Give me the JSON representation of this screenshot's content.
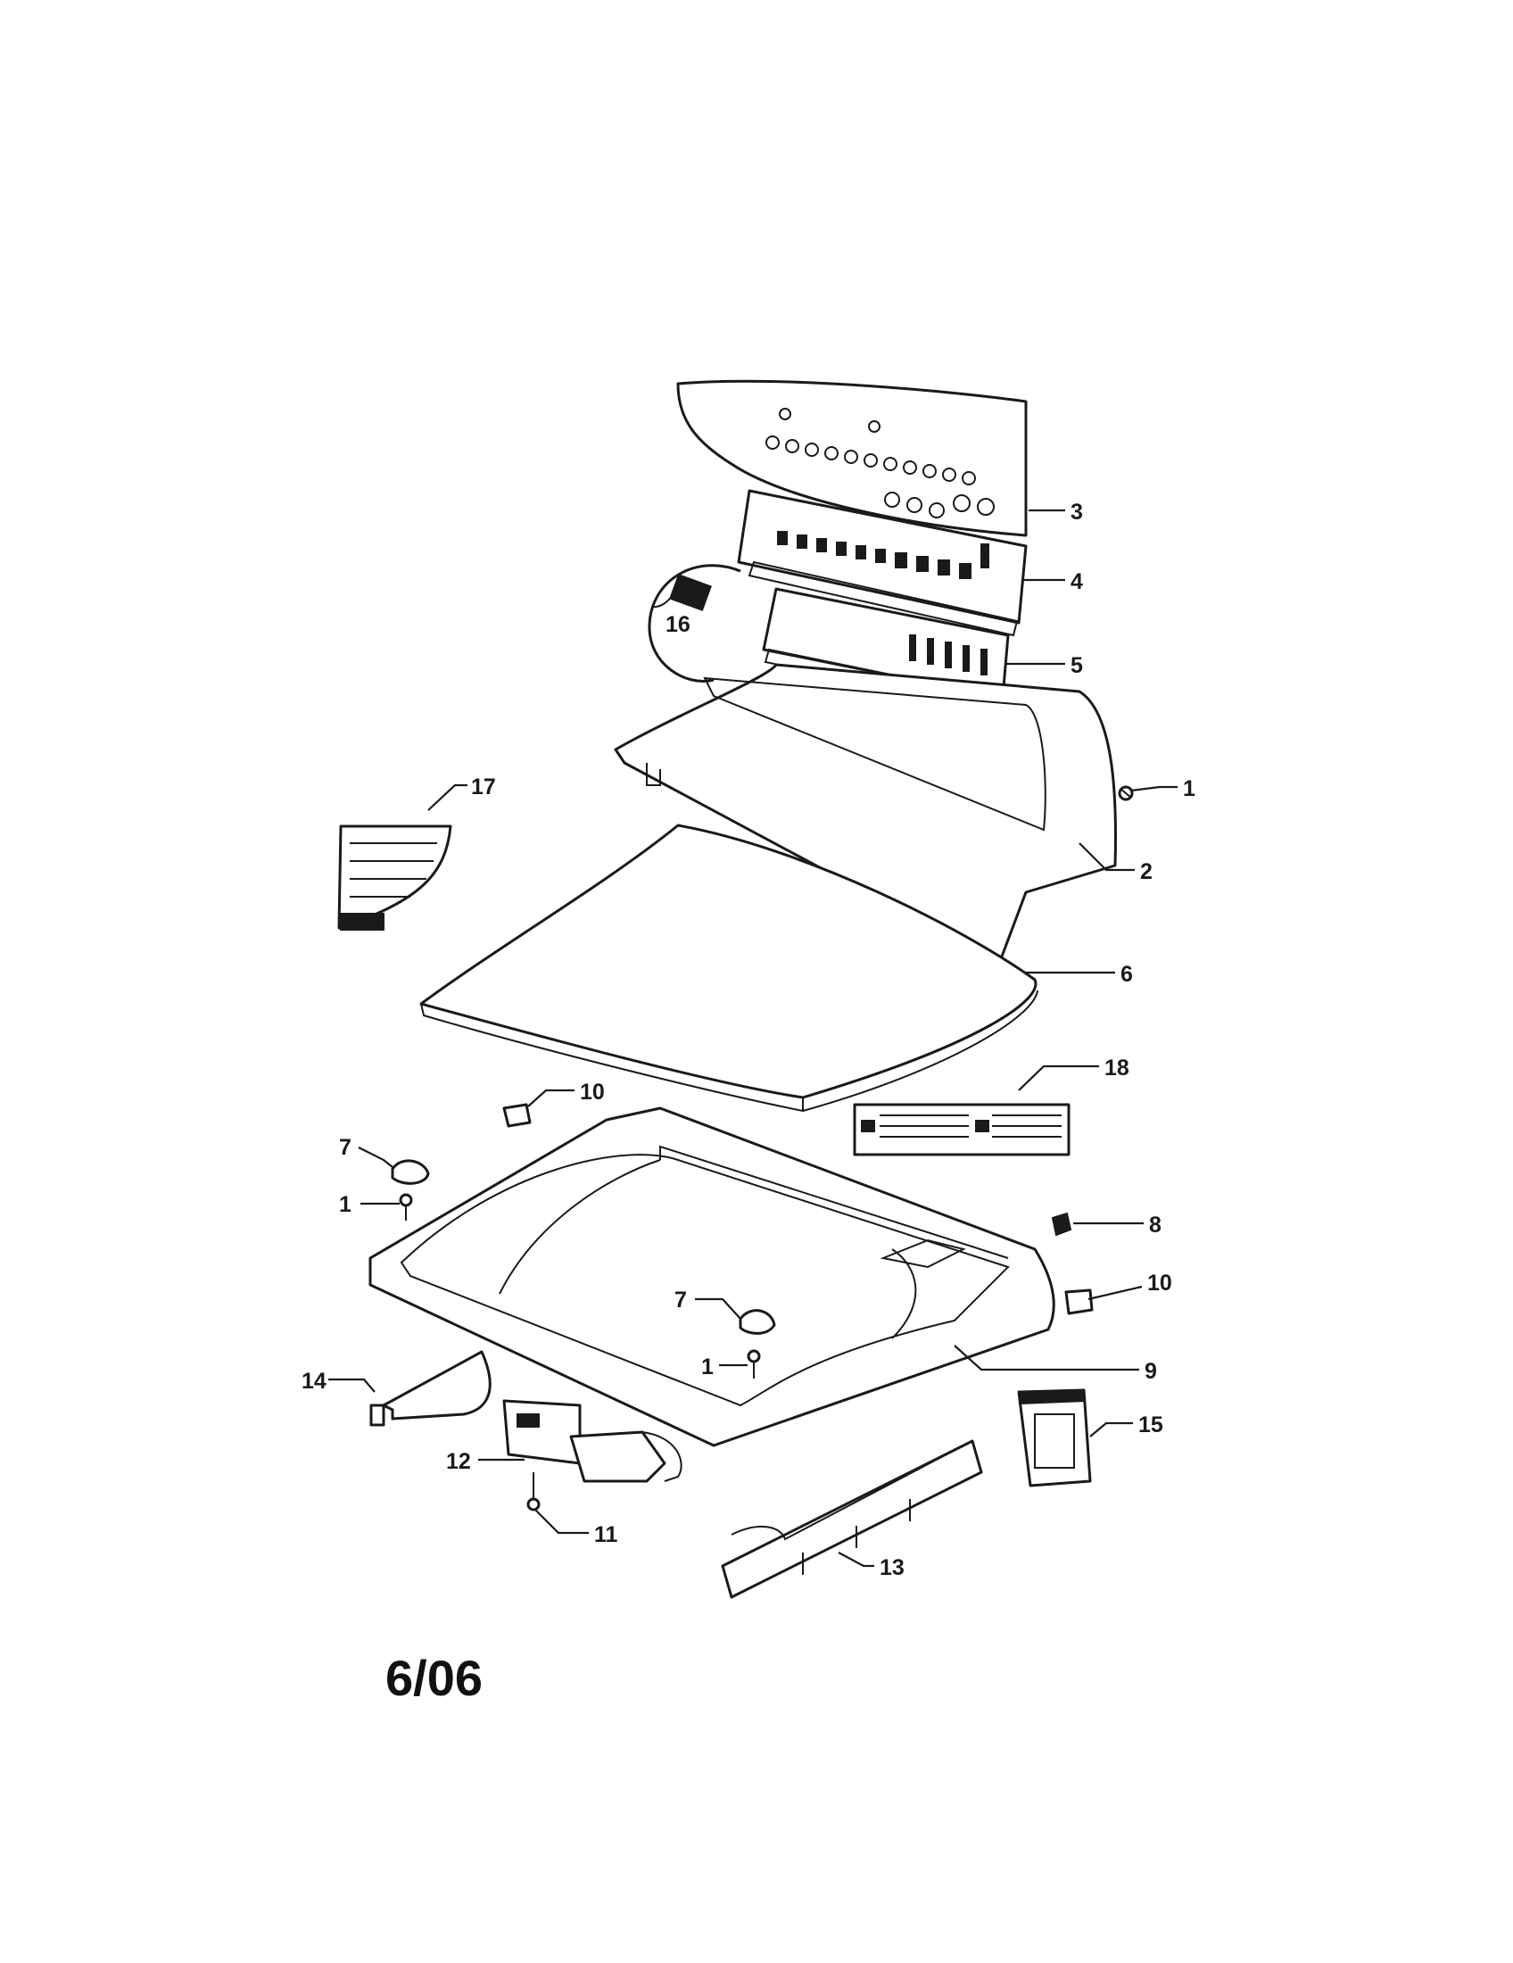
{
  "diagram": {
    "date_code": "6/06",
    "callouts": [
      {
        "id": "c1a",
        "label": "1"
      },
      {
        "id": "c2",
        "label": "2"
      },
      {
        "id": "c3",
        "label": "3"
      },
      {
        "id": "c4",
        "label": "4"
      },
      {
        "id": "c5",
        "label": "5"
      },
      {
        "id": "c6",
        "label": "6"
      },
      {
        "id": "c7a",
        "label": "7"
      },
      {
        "id": "c1b",
        "label": "1"
      },
      {
        "id": "c8",
        "label": "8"
      },
      {
        "id": "c9",
        "label": "9"
      },
      {
        "id": "c10a",
        "label": "10"
      },
      {
        "id": "c10b",
        "label": "10"
      },
      {
        "id": "c7b",
        "label": "7"
      },
      {
        "id": "c1c",
        "label": "1"
      },
      {
        "id": "c11",
        "label": "11"
      },
      {
        "id": "c12",
        "label": "12"
      },
      {
        "id": "c13",
        "label": "13"
      },
      {
        "id": "c14",
        "label": "14"
      },
      {
        "id": "c15",
        "label": "15"
      },
      {
        "id": "c16",
        "label": "16"
      },
      {
        "id": "c17",
        "label": "17"
      },
      {
        "id": "c18",
        "label": "18"
      }
    ]
  }
}
